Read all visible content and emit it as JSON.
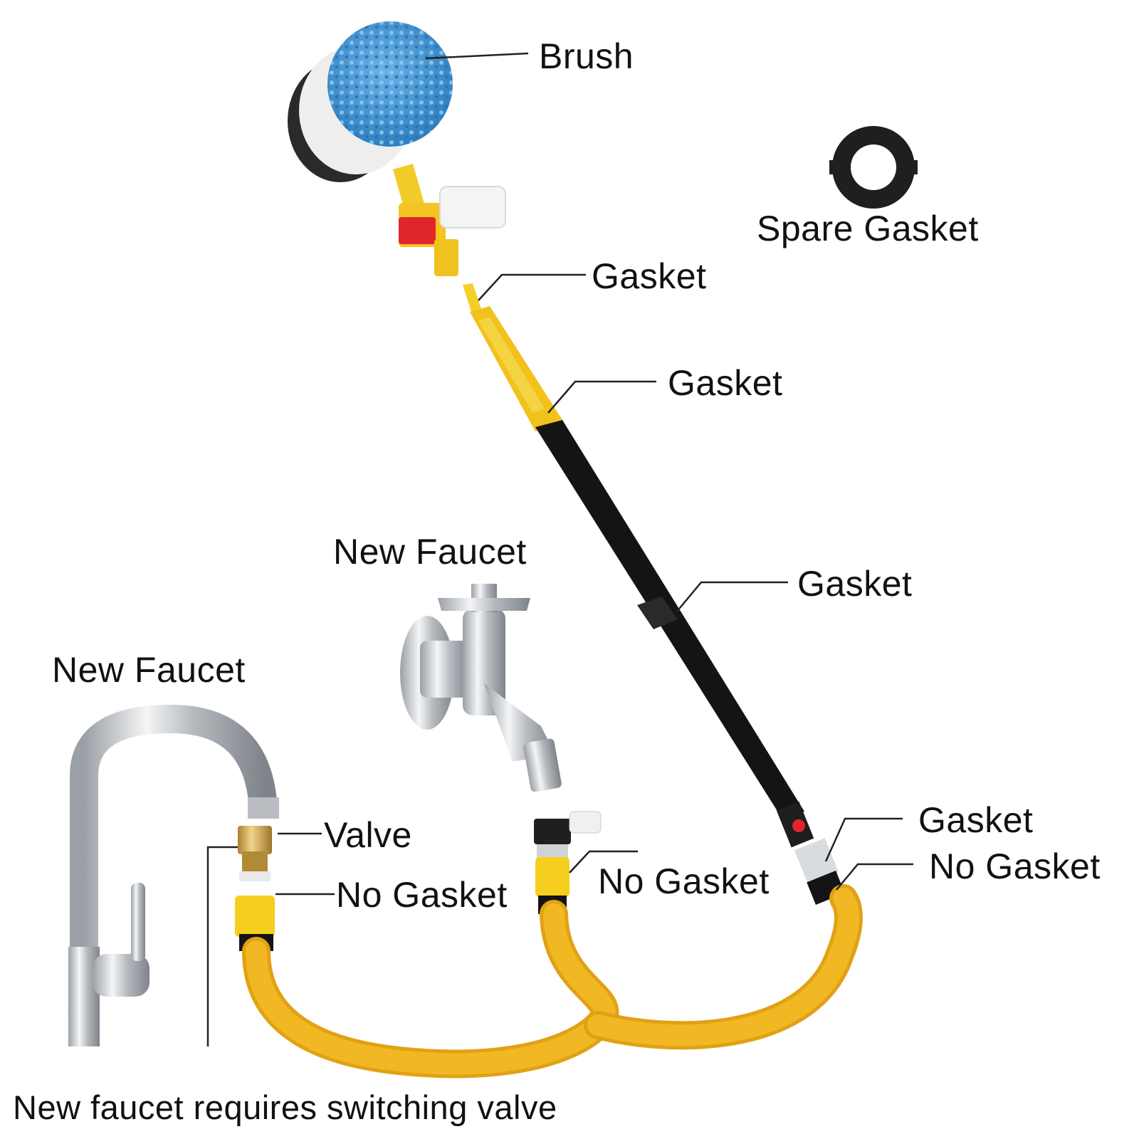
{
  "labels": {
    "brush": "Brush",
    "spare_gasket": "Spare Gasket",
    "gasket_nozzle": "Gasket",
    "gasket_handle": "Gasket",
    "gasket_hose_joint": "Gasket",
    "new_faucet_wall": "New Faucet",
    "new_faucet_sink": "New Faucet",
    "valve": "Valve",
    "no_gasket_left": "No Gasket",
    "no_gasket_middle": "No Gasket",
    "gasket_right": "Gasket",
    "no_gasket_right": "No Gasket",
    "caption": "New faucet requires switching valve"
  },
  "colors": {
    "hose_yellow": "#f2b824",
    "fitting_yellow": "#f6cf1e",
    "wand_black": "#141414",
    "brush_blue": "#4f9ed8",
    "valve_red": "#e0262b",
    "chrome": "#c9ccd0",
    "brass": "#c9a24a",
    "leader_line": "#222222"
  }
}
